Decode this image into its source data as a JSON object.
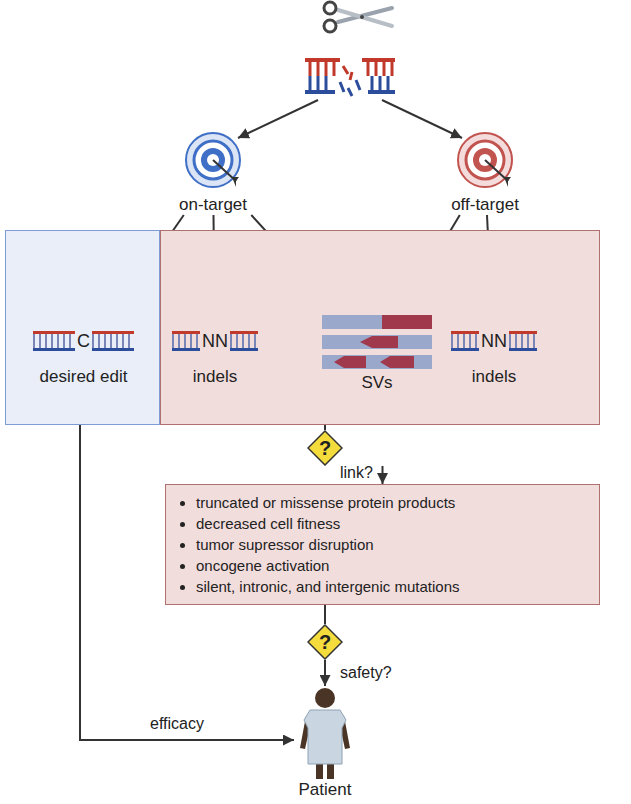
{
  "diagram": {
    "nodes": [
      {
        "text": [
          "on-target"
        ]
      },
      {
        "text": [
          "off-target"
        ]
      },
      {
        "text": []
      },
      {
        "text": [
          "C",
          "desired edit"
        ],
        "in": 2
      },
      {
        "text": []
      },
      {
        "text": [
          "NN",
          "indels"
        ],
        "in": 4
      },
      {
        "text": [
          "SVs"
        ],
        "in": 4
      },
      {
        "text": [
          "NN",
          "indels"
        ],
        "in": 4
      },
      {
        "text": [
          "?"
        ]
      },
      {
        "text": [
          "truncated or missense protein products",
          "decreased cell fitness",
          "tumor supressor disruption",
          "oncogene activation",
          "silent, intronic, and intergenic mutations"
        ]
      },
      {
        "text": [
          "?"
        ]
      },
      {
        "text": [
          "Patient"
        ]
      }
    ],
    "edges": [
      {
        "from": 0,
        "to": 3,
        "arrow": "to"
      },
      {
        "from": 0,
        "to": 5,
        "arrow": "to"
      },
      {
        "from": 0,
        "to": 6,
        "arrow": "to"
      },
      {
        "from": 1,
        "to": 6,
        "arrow": "to"
      },
      {
        "from": 1,
        "to": 7,
        "arrow": "to"
      },
      {
        "from": 4,
        "to": 8,
        "arrow": "none"
      },
      {
        "from": 8,
        "to": 9,
        "label": "link?",
        "arrow": "to"
      },
      {
        "from": 9,
        "to": 10,
        "arrow": "none"
      },
      {
        "from": 10,
        "to": 11,
        "label": "safety?",
        "arrow": "to"
      },
      {
        "from": 2,
        "to": 11,
        "label": "efficacy",
        "arrow": "to"
      }
    ]
  }
}
